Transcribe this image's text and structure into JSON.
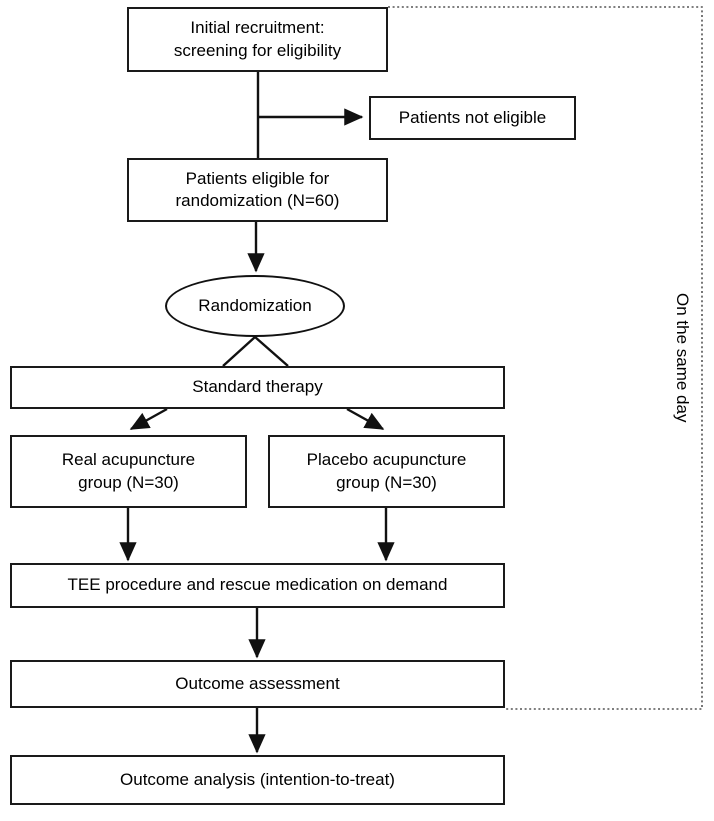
{
  "diagram": {
    "title_text_present": false,
    "nodes": [
      {
        "id": "recruitment",
        "label": "Initial recruitment:\nscreening for eligibility",
        "shape": "rect"
      },
      {
        "id": "not-eligible",
        "label": "Patients not eligible",
        "shape": "rect"
      },
      {
        "id": "eligible",
        "label": "Patients eligible for\nrandomization (N=60)",
        "shape": "rect"
      },
      {
        "id": "randomization",
        "label": "Randomization",
        "shape": "ellipse"
      },
      {
        "id": "standard-therapy",
        "label": "Standard therapy",
        "shape": "rect"
      },
      {
        "id": "real-acupuncture",
        "label": "Real acupuncture\ngroup (N=30)",
        "shape": "rect"
      },
      {
        "id": "placebo-acupuncture",
        "label": "Placebo acupuncture\ngroup (N=30)",
        "shape": "rect"
      },
      {
        "id": "tee-procedure",
        "label": "TEE procedure and rescue medication on demand",
        "shape": "rect"
      },
      {
        "id": "outcome-assessment",
        "label": "Outcome assessment",
        "shape": "rect"
      },
      {
        "id": "outcome-analysis",
        "label": "Outcome analysis (intention-to-treat)",
        "shape": "rect"
      }
    ],
    "annotation": {
      "same_day_label": "On the same day"
    },
    "colors": {
      "stroke": "#1a1a1a",
      "background": "#ffffff",
      "text": "#000000",
      "dotted_stroke": "#555555"
    }
  }
}
